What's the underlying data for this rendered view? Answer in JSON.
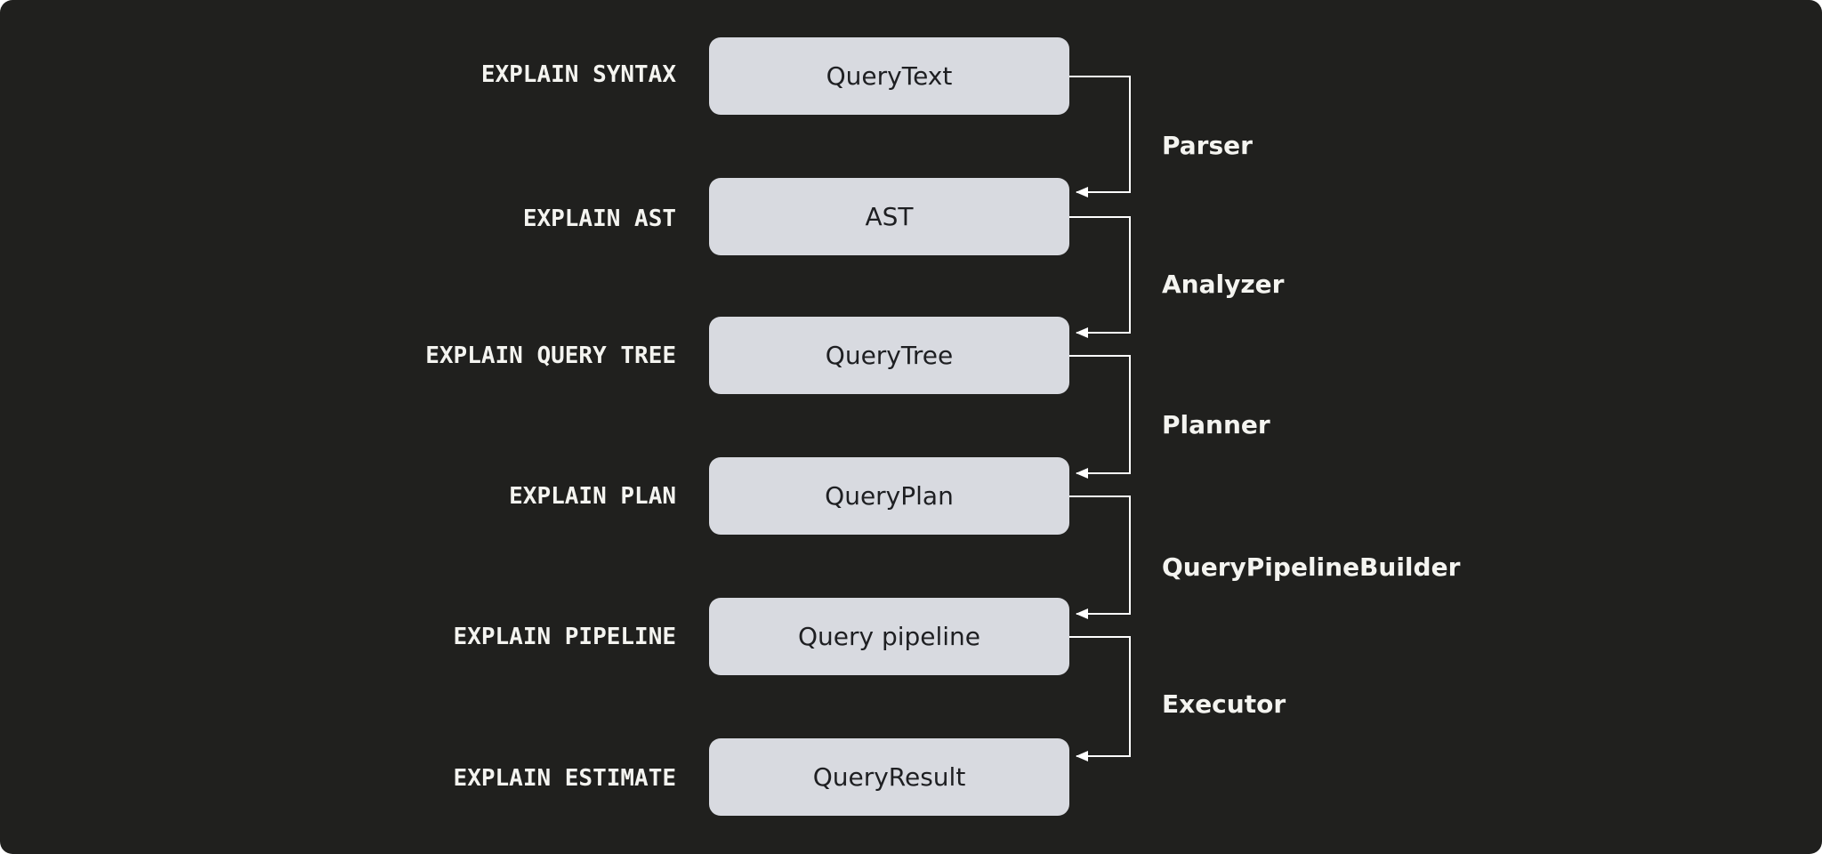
{
  "diagram": {
    "colors": {
      "background": "#20201e",
      "box": "#d8dae0",
      "box_text": "#1e1f22",
      "text": "#f4f4f0",
      "connector": "#ffffff"
    },
    "nodes": [
      {
        "explain": "EXPLAIN SYNTAX",
        "label": "QueryText"
      },
      {
        "explain": "EXPLAIN AST",
        "label": "AST"
      },
      {
        "explain": "EXPLAIN QUERY TREE",
        "label": "QueryTree"
      },
      {
        "explain": "EXPLAIN PLAN",
        "label": "QueryPlan"
      },
      {
        "explain": "EXPLAIN PIPELINE",
        "label": "Query pipeline"
      },
      {
        "explain": "EXPLAIN ESTIMATE",
        "label": "QueryResult"
      }
    ],
    "stages": [
      "Parser",
      "Analyzer",
      "Planner",
      "QueryPipelineBuilder",
      "Executor"
    ]
  }
}
